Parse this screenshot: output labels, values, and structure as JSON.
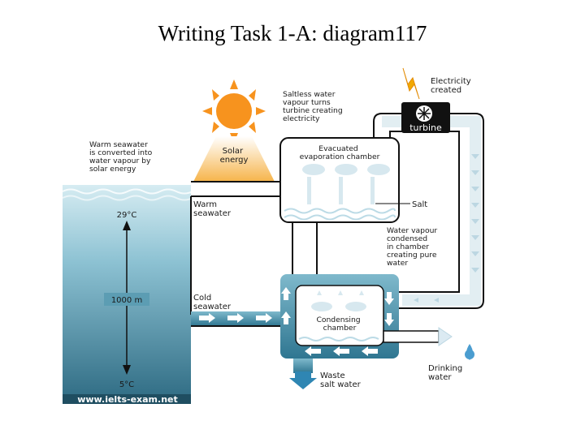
{
  "title": "Writing Task 1-A: diagram117",
  "labels": {
    "solar_energy": [
      "Solar",
      "energy"
    ],
    "warm_seawater_converted": [
      "Warm seawater",
      "is converted into",
      "water vapour by",
      "solar energy"
    ],
    "saltless_vapour": [
      "Saltless water",
      "vapour turns",
      "turbine creating",
      "electricity"
    ],
    "electricity_created": [
      "Electricity",
      "created"
    ],
    "turbine": "turbine",
    "evacuated_chamber": [
      "Evacuated",
      "evaporation chamber"
    ],
    "salt": "Salt",
    "warm_seawater": [
      "Warm",
      "seawater"
    ],
    "cold_seawater": [
      "Cold",
      "seawater"
    ],
    "water_vapour_condensed": [
      "Water vapour",
      "condensed",
      "in chamber",
      "creating pure",
      "water"
    ],
    "condensing_chamber": [
      "Condensing",
      "chamber"
    ],
    "drinking_water": [
      "Drinking",
      "water"
    ],
    "waste_salt_water": [
      "Waste",
      "salt water"
    ],
    "temp_top": "29°C",
    "depth": "1000 m",
    "temp_bottom": "5°C",
    "watermark": "www.ielts-exam.net"
  },
  "colors": {
    "sun": "#f7931e",
    "sea_top": "#c9e3ec",
    "sea_bottom": "#2f6f86",
    "pipe": "#3e8aa6",
    "arrow": "#dbeaf2",
    "bolt": "#f2a900"
  }
}
